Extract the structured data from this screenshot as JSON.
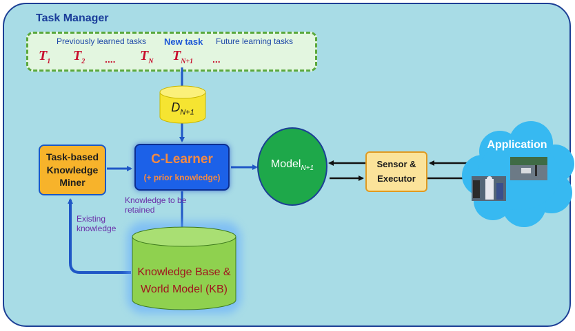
{
  "task_manager": {
    "title": "Task Manager",
    "previous_label": "Previously learned tasks",
    "new_label": "New task",
    "future_label": "Future learning tasks",
    "tasks": {
      "t1": "T",
      "t1_sub": "1",
      "t2": "T",
      "t2_sub": "2",
      "dots1": "....",
      "tn": "T",
      "tn_sub": "N",
      "tn1": "T",
      "tn1_sub": "N+1",
      "dots2": "..."
    }
  },
  "data_node": {
    "text": "D",
    "sub": "N+1"
  },
  "miner": {
    "label": "Task-based Knowledge Miner"
  },
  "learner": {
    "title": "C-Learner",
    "subtitle": "(+ prior knowledge)"
  },
  "model": {
    "text": "Model",
    "sub": "N+1"
  },
  "sensor": {
    "label": "Sensor & Executor"
  },
  "application": {
    "title": "Application"
  },
  "edge_labels": {
    "retained": "Knowledge to be retained",
    "existing": "Existing knowledge"
  },
  "kb": {
    "line1": "Knowledge Base &",
    "line2": "World Model (KB)"
  },
  "colors": {
    "background": "#a8dce6",
    "frame_border": "#1c3f95",
    "arrow": "#1f57c6",
    "miner_fill": "#f7b32b",
    "learner_fill": "#1c61e8",
    "model_fill": "#1ea84a",
    "kb_fill": "#8fd14f",
    "data_fill": "#f6e431",
    "cloud_fill": "#37b9f1"
  }
}
